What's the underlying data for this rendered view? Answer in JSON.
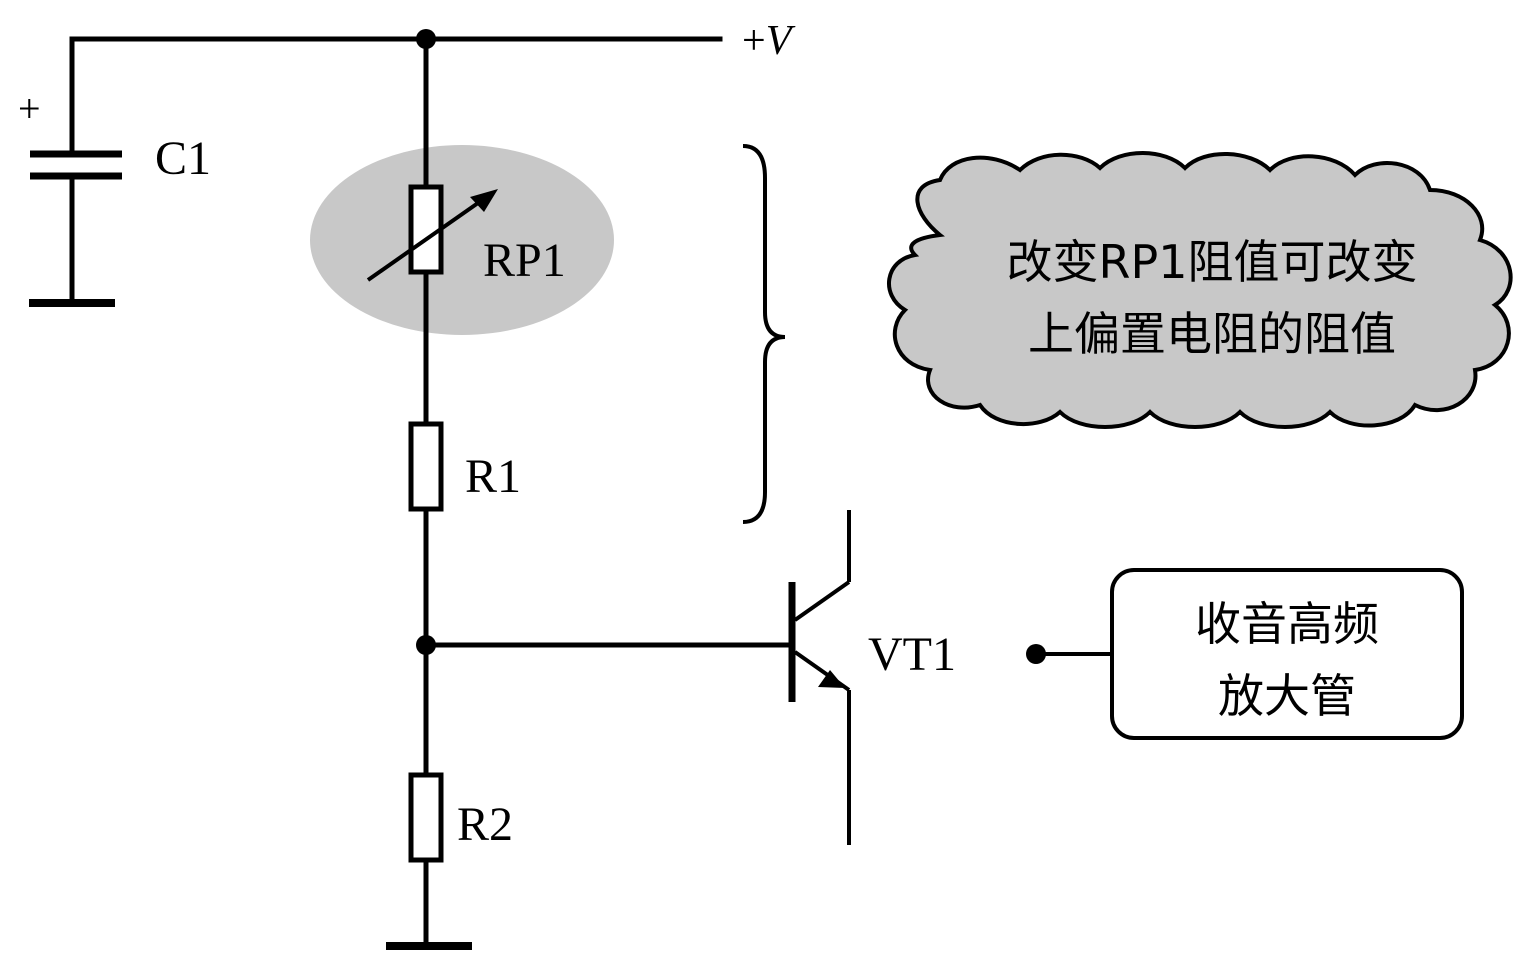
{
  "supply": {
    "label": "+",
    "label_italic": "V"
  },
  "components": {
    "c1": {
      "label": "C1",
      "polarity": "+"
    },
    "rp1": {
      "label": "RP1"
    },
    "r1": {
      "label": "R1"
    },
    "r2": {
      "label": "R2"
    },
    "vt1": {
      "label": "VT1"
    }
  },
  "callouts": {
    "cloud": {
      "line1": "改变RP1阻值可改变",
      "line2": "上偏置电阻的阻值"
    },
    "box": {
      "line1": "收音高频",
      "line2": "放大管"
    }
  },
  "colors": {
    "line": "#000000",
    "highlight": "#c8c8c8",
    "cloud_fill": "#c8c8c8",
    "background": "#ffffff"
  }
}
